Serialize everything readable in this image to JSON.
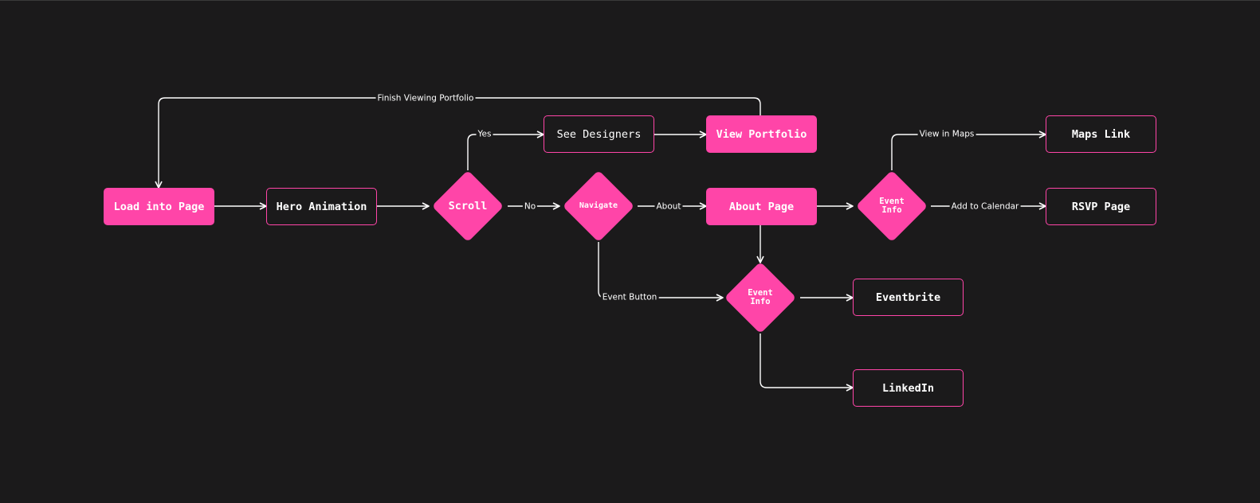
{
  "nodes": {
    "load_into_page": "Load into Page",
    "hero_animation": "Hero Animation",
    "scroll": "Scroll",
    "navigate": "Navigate",
    "see_designers": "See Designers",
    "view_portfolio": "View Portfolio",
    "about_page": "About Page",
    "event_info_top": "Event Info",
    "event_info_bottom": "Event Info",
    "maps_link": "Maps Link",
    "rsvp_page": "RSVP Page",
    "eventbrite": "Eventbrite",
    "linkedin": "LinkedIn"
  },
  "edges": {
    "finish_viewing_portfolio": "Finish Viewing Portfolio",
    "yes": "Yes",
    "no": "No",
    "about": "About",
    "event_button": "Event Button",
    "view_in_maps": "View in Maps",
    "add_to_calendar": "Add to Calendar"
  },
  "colors": {
    "background": "#1b1a1b",
    "accent": "#ff45a8",
    "line": "#ffffff"
  }
}
